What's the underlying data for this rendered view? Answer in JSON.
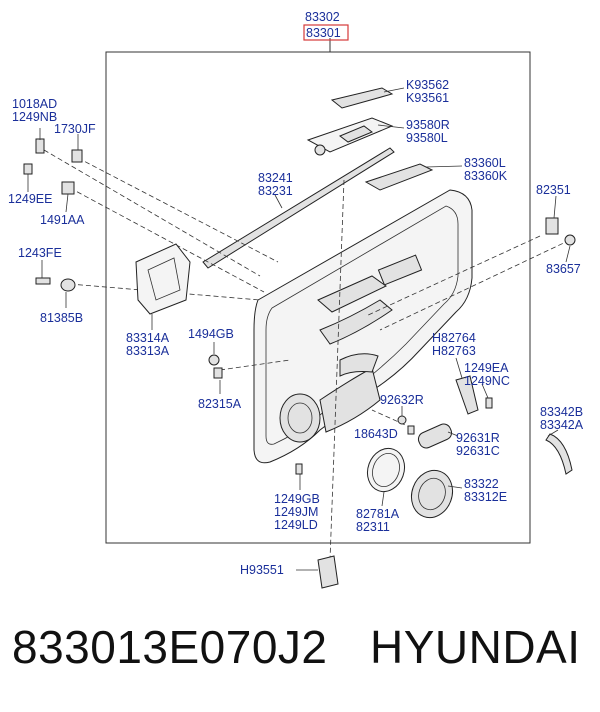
{
  "labels": {
    "p83302": "83302",
    "p83301": "83301",
    "k93562": "K93562",
    "k93561": "K93561",
    "p1018AD": "1018AD",
    "p1249NB": "1249NB",
    "p1730JF": "1730JF",
    "p93580R": "93580R",
    "p93580L": "93580L",
    "p83360L": "83360L",
    "p83360K": "83360K",
    "p83241": "83241",
    "p83231": "83231",
    "p1249EE": "1249EE",
    "p1491AA": "1491AA",
    "p82351": "82351",
    "p1243FE": "1243FE",
    "p83657": "83657",
    "p81385B": "81385B",
    "p1494GB": "1494GB",
    "p83314A": "83314A",
    "p83313A": "83313A",
    "h82764": "H82764",
    "h82763": "H82763",
    "p1249EA": "1249EA",
    "p1249NC": "1249NC",
    "p82315A": "82315A",
    "p92632R": "92632R",
    "p83342B": "83342B",
    "p83342A": "83342A",
    "p18643D": "18643D",
    "p92631R": "92631R",
    "p92631C": "92631C",
    "p83322": "83322",
    "p83312E": "83312E",
    "p1249GB": "1249GB",
    "p1249JM": "1249JM",
    "p1249LD": "1249LD",
    "p82781A": "82781A",
    "p82311": "82311",
    "h93551": "H93551"
  },
  "footer": {
    "part_number": "833013E070J2",
    "brand": "HYUNDAI"
  },
  "colors": {
    "label": "#1a2f9a",
    "highlight": "#d43a3a",
    "line": "#333333"
  }
}
